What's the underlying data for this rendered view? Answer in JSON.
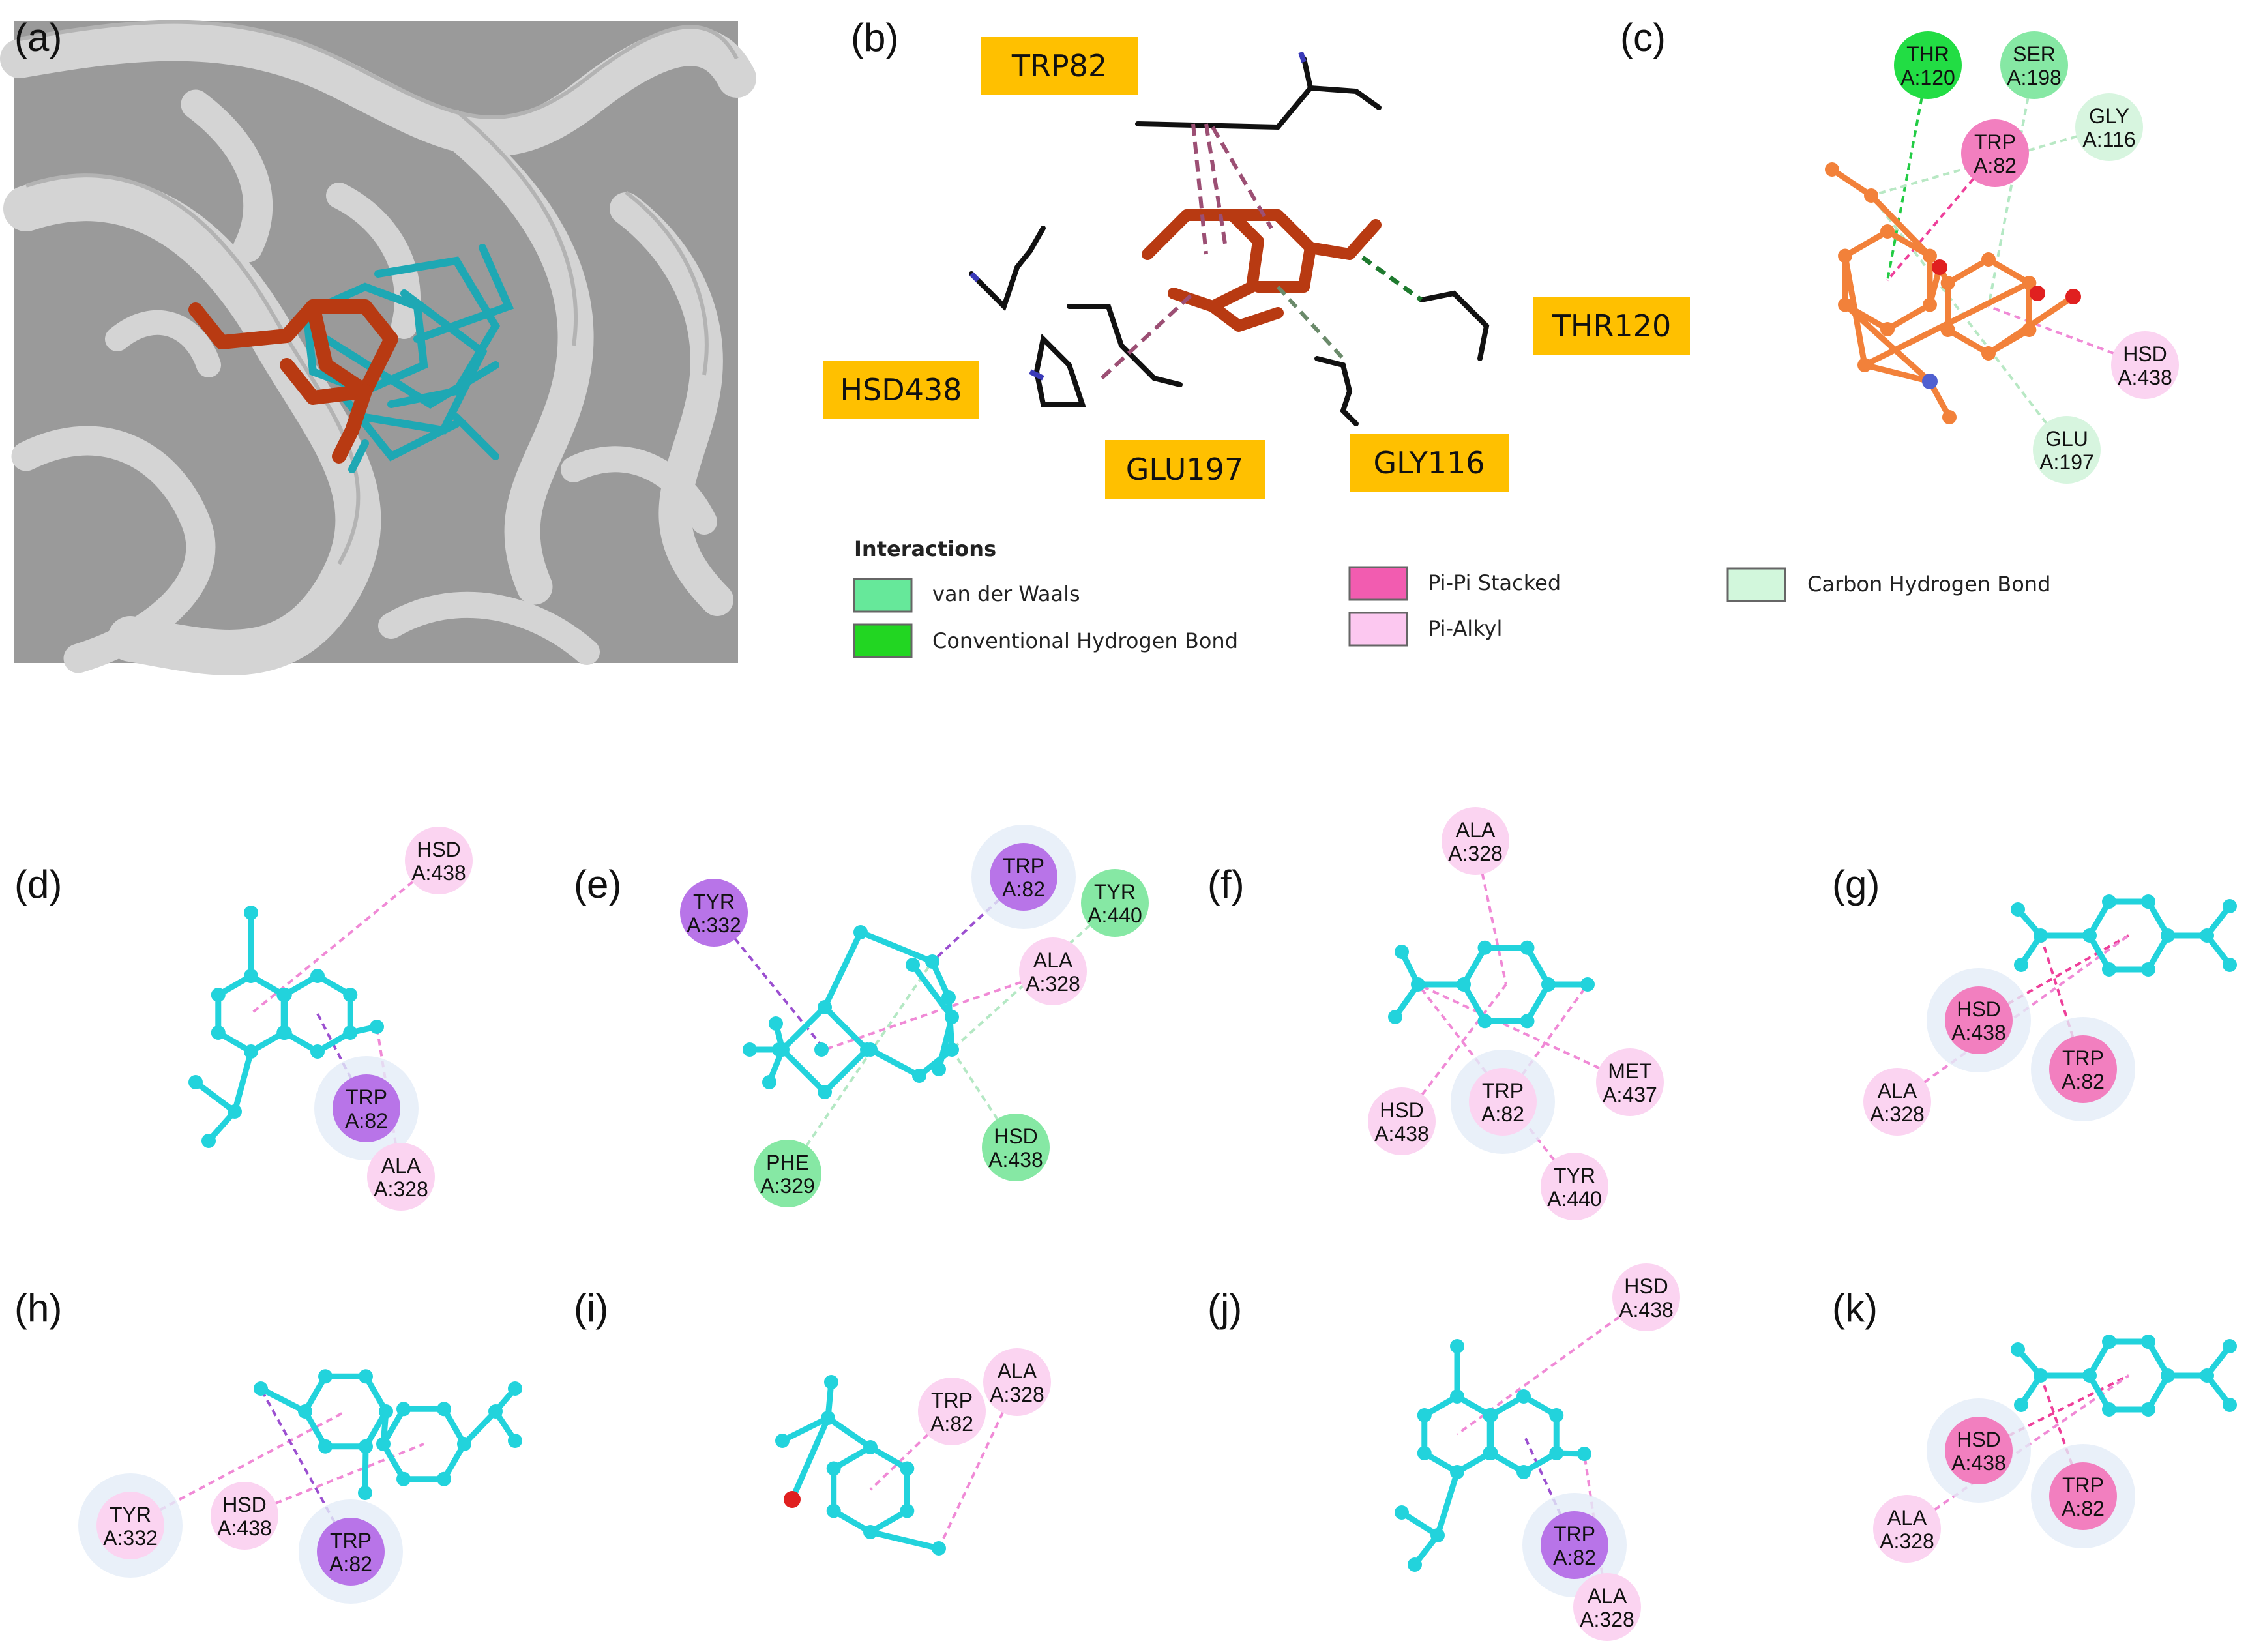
{
  "panels": {
    "a": {
      "label": "(a)"
    },
    "b": {
      "label": "(b)",
      "tags": [
        "TRP82",
        "HSD438",
        "GLU197",
        "GLY116",
        "THR120"
      ]
    },
    "c": {
      "label": "(c)",
      "residues": [
        {
          "name": "THR",
          "num": "A:120",
          "kind": "conventional-hydrogen-bond"
        },
        {
          "name": "SER",
          "num": "A:198",
          "kind": "van-der-waals"
        },
        {
          "name": "GLY",
          "num": "A:116",
          "kind": "carbon-hydrogen-bond"
        },
        {
          "name": "TRP",
          "num": "A:82",
          "kind": "pi-pi-stacked"
        },
        {
          "name": "HSD",
          "num": "A:438",
          "kind": "pi-alkyl"
        },
        {
          "name": "GLU",
          "num": "A:197",
          "kind": "carbon-hydrogen-bond"
        }
      ]
    },
    "d": {
      "label": "(d)",
      "residues": [
        {
          "name": "HSD",
          "num": "A:438",
          "kind": "pi-alkyl"
        },
        {
          "name": "TRP",
          "num": "A:82",
          "kind": "pi-sigma"
        },
        {
          "name": "ALA",
          "num": "A:328",
          "kind": "pi-alkyl"
        }
      ]
    },
    "e": {
      "label": "(e)",
      "residues": [
        {
          "name": "TYR",
          "num": "A:332",
          "kind": "pi-sigma"
        },
        {
          "name": "TRP",
          "num": "A:82",
          "kind": "pi-sigma"
        },
        {
          "name": "TYR",
          "num": "A:440",
          "kind": "van-der-waals"
        },
        {
          "name": "ALA",
          "num": "A:328",
          "kind": "pi-alkyl"
        },
        {
          "name": "PHE",
          "num": "A:329",
          "kind": "van-der-waals"
        },
        {
          "name": "HSD",
          "num": "A:438",
          "kind": "van-der-waals"
        }
      ]
    },
    "f": {
      "label": "(f)",
      "residues": [
        {
          "name": "ALA",
          "num": "A:328",
          "kind": "pi-alkyl"
        },
        {
          "name": "MET",
          "num": "A:437",
          "kind": "pi-alkyl"
        },
        {
          "name": "TRP",
          "num": "A:82",
          "kind": "pi-alkyl"
        },
        {
          "name": "HSD",
          "num": "A:438",
          "kind": "pi-alkyl"
        },
        {
          "name": "TYR",
          "num": "A:440",
          "kind": "pi-alkyl"
        }
      ]
    },
    "g": {
      "label": "(g)",
      "residues": [
        {
          "name": "HSD",
          "num": "A:438",
          "kind": "pi-pi-stacked"
        },
        {
          "name": "TRP",
          "num": "A:82",
          "kind": "pi-pi-stacked"
        },
        {
          "name": "ALA",
          "num": "A:328",
          "kind": "pi-alkyl"
        }
      ]
    },
    "h": {
      "label": "(h)",
      "residues": [
        {
          "name": "TYR",
          "num": "A:332",
          "kind": "pi-alkyl"
        },
        {
          "name": "HSD",
          "num": "A:438",
          "kind": "pi-alkyl"
        },
        {
          "name": "TRP",
          "num": "A:82",
          "kind": "pi-sigma"
        }
      ]
    },
    "i": {
      "label": "(i)",
      "residues": [
        {
          "name": "TRP",
          "num": "A:82",
          "kind": "pi-alkyl"
        },
        {
          "name": "ALA",
          "num": "A:328",
          "kind": "pi-alkyl"
        }
      ]
    },
    "j": {
      "label": "(j)",
      "residues": [
        {
          "name": "HSD",
          "num": "A:438",
          "kind": "pi-alkyl"
        },
        {
          "name": "TRP",
          "num": "A:82",
          "kind": "pi-sigma"
        },
        {
          "name": "ALA",
          "num": "A:328",
          "kind": "pi-alkyl"
        }
      ]
    },
    "k": {
      "label": "(k)",
      "residues": [
        {
          "name": "HSD",
          "num": "A:438",
          "kind": "pi-pi-stacked"
        },
        {
          "name": "TRP",
          "num": "A:82",
          "kind": "pi-pi-stacked"
        },
        {
          "name": "ALA",
          "num": "A:328",
          "kind": "pi-alkyl"
        }
      ]
    }
  },
  "legend": {
    "title": "Interactions",
    "items": [
      {
        "label": "van der Waals",
        "color": "#66e89a"
      },
      {
        "label": "Conventional Hydrogen Bond",
        "color": "#22d622"
      },
      {
        "label": "Pi-Pi Stacked",
        "color": "#f25cb0"
      },
      {
        "label": "Pi-Alkyl",
        "color": "#fcc8f0"
      },
      {
        "label": "Carbon Hydrogen Bond",
        "color": "#d2f7dc"
      }
    ]
  },
  "colors": {
    "van-der-waals": "#86e8a4",
    "conventional-hydrogen-bond": "#22dd44",
    "pi-pi-stacked": "#f27fbf",
    "pi-alkyl": "#fbd4f1",
    "pi-sigma": "#b874e8",
    "carbon-hydrogen-bond": "#d7f5df",
    "ligand-cyan": "#22d3dc",
    "ligand-orange": "#f2813a",
    "ligand-red": "#b83a12",
    "tag": "#ffc000",
    "ribbon": "#c6c6c6"
  }
}
